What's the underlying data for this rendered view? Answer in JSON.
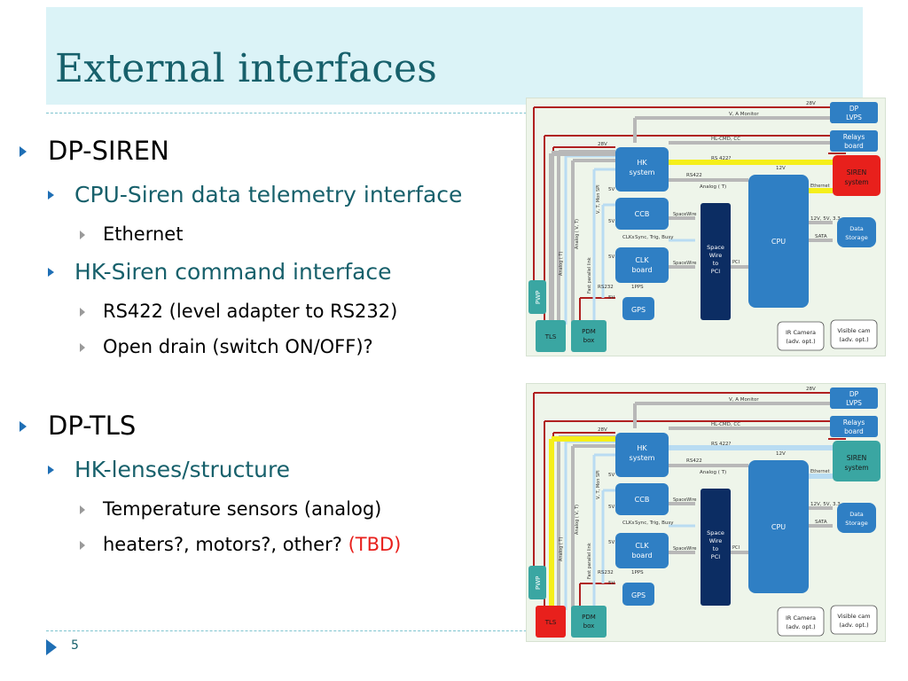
{
  "slide": {
    "title": "External interfaces",
    "page_number": "5"
  },
  "bullets": [
    {
      "text": "DP-SIREN"
    },
    {
      "text": "CPU-Siren data telemetry interface"
    },
    {
      "text": "Ethernet"
    },
    {
      "text": "HK-Siren command interface"
    },
    {
      "text": "RS422 (level adapter to RS232)"
    },
    {
      "text": "Open drain (switch ON/OFF)?"
    },
    {
      "text": "DP-TLS"
    },
    {
      "text": "HK-lenses/structure"
    },
    {
      "text": "Temperature sensors (analog)"
    },
    {
      "text": "heaters?, motors?, other? ",
      "highlight": "(TBD)"
    }
  ],
  "diagram": {
    "labels": {
      "dp_lvps": "DP LVPS",
      "dp": "DP",
      "lvps": "LVPS",
      "relays1": "Relays",
      "relays2": "board",
      "siren1": "SIREN",
      "siren2": "system",
      "hk1": "HK",
      "hk2": "system",
      "ccb": "CCB",
      "clk1": "CLK",
      "clk2": "board",
      "gps": "GPS",
      "cpu": "CPU",
      "sw1": "Space",
      "sw2": "Wire",
      "sw3": "to",
      "sw4": "PCI",
      "ds1": "Data",
      "ds2": "Storage",
      "pwp": "PWP",
      "tls": "TLS",
      "pdm1": "PDM",
      "pdm2": "box",
      "ir1": "IR Camera",
      "ir2": "(adv. opt.)",
      "vis1": "Visible cam",
      "vis2": "(adv. opt.)",
      "v28": "28V",
      "v28b": "28V",
      "va_monitor": "V, A Monitor",
      "hl_cmd": "HL-CMD, CC",
      "rs422_1": "RS 422?",
      "rs422_2": "RS422",
      "analog_t": "Analog ( T)",
      "v12": "12V",
      "ethernet": "Ethernet",
      "v_list": "12V, 5V, 3.3",
      "sata": "SATA",
      "spacewire1": "SpaceWire",
      "spacewire2": "SpaceWire",
      "clks": "CLKs",
      "sync": "Sync, Trig, Busy",
      "rs232": "RS232",
      "pps": "1PPS",
      "v5": "5V",
      "v5b": "5V",
      "v5c": "5V",
      "v5d": "5V",
      "pci": "PCI",
      "analog_v": "Analog ( V, T)",
      "vt": "V, T, Mon SPI",
      "fast_parallel": "Fast parallel link",
      "analog_t_vert": "Analog ( T)"
    },
    "colors": {
      "box_blue": "#2f7fc4",
      "box_dark": "#0c2d63",
      "box_teal": "#3aa6a2",
      "box_red": "#e8201c",
      "wire_red": "#b02020",
      "wire_yellow": "#f5ef1a",
      "wire_gray": "#b8b8b8",
      "wire_lightblue": "#b9dcf2",
      "background": "#eef5ea"
    }
  }
}
